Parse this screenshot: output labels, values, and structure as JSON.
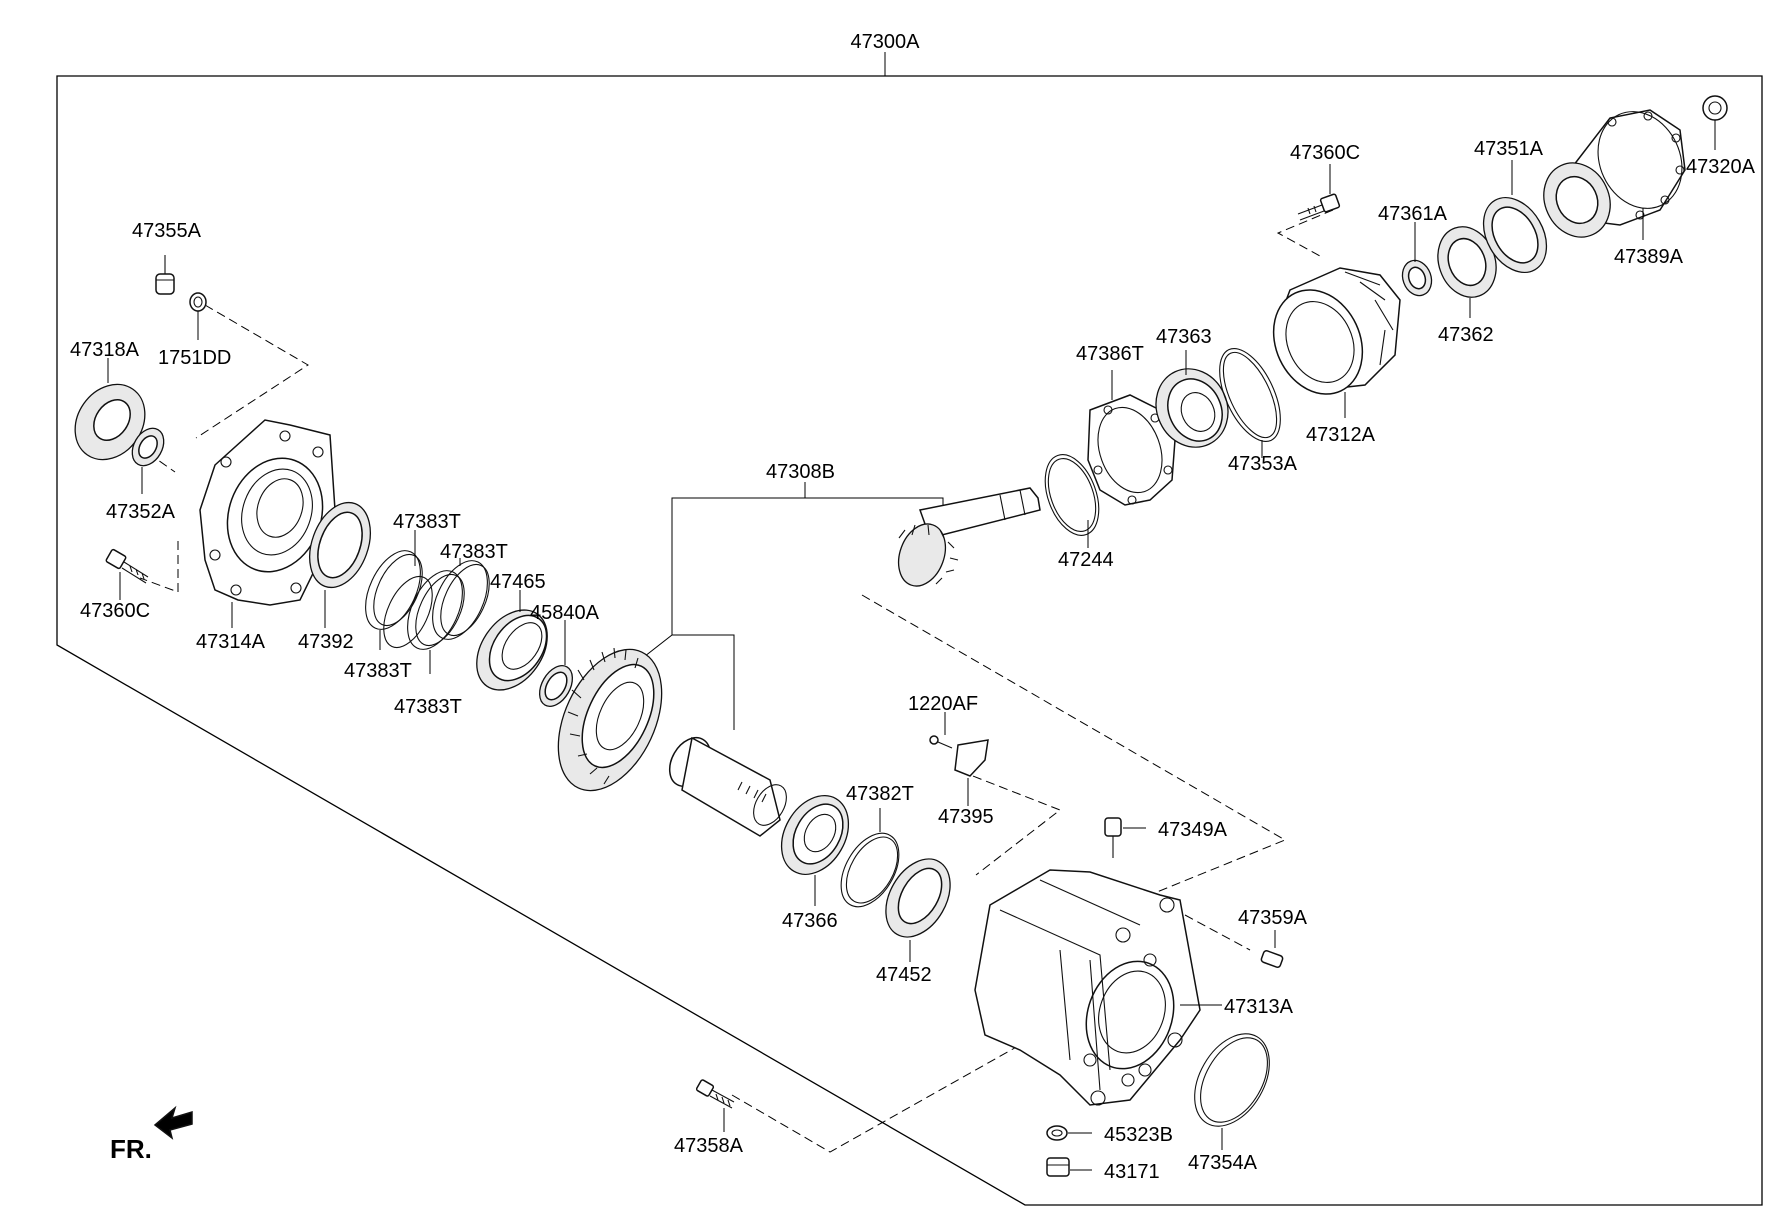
{
  "title": "47300A",
  "front_marker": "FR.",
  "parts": {
    "p47355A": "47355A",
    "p1751DD": "1751DD",
    "p47318A": "47318A",
    "p47352A": "47352A",
    "p47360C_left": "47360C",
    "p47314A": "47314A",
    "p47392": "47392",
    "p47383T_1": "47383T",
    "p47383T_2": "47383T",
    "p47383T_3": "47383T",
    "p47383T_4": "47383T",
    "p47465": "47465",
    "p45840A": "45840A",
    "p47308B": "47308B",
    "p47244": "47244",
    "p47386T": "47386T",
    "p47363": "47363",
    "p47353A": "47353A",
    "p47312A": "47312A",
    "p47360C_right": "47360C",
    "p47361A": "47361A",
    "p47362": "47362",
    "p47351A": "47351A",
    "p47389A": "47389A",
    "p47320A": "47320A",
    "p1220AF": "1220AF",
    "p47395": "47395",
    "p47382T": "47382T",
    "p47366": "47366",
    "p47452": "47452",
    "p47349A": "47349A",
    "p47359A": "47359A",
    "p47313A": "47313A",
    "p45323B": "45323B",
    "p47354A": "47354A",
    "p43171": "43171",
    "p47358A": "47358A"
  }
}
